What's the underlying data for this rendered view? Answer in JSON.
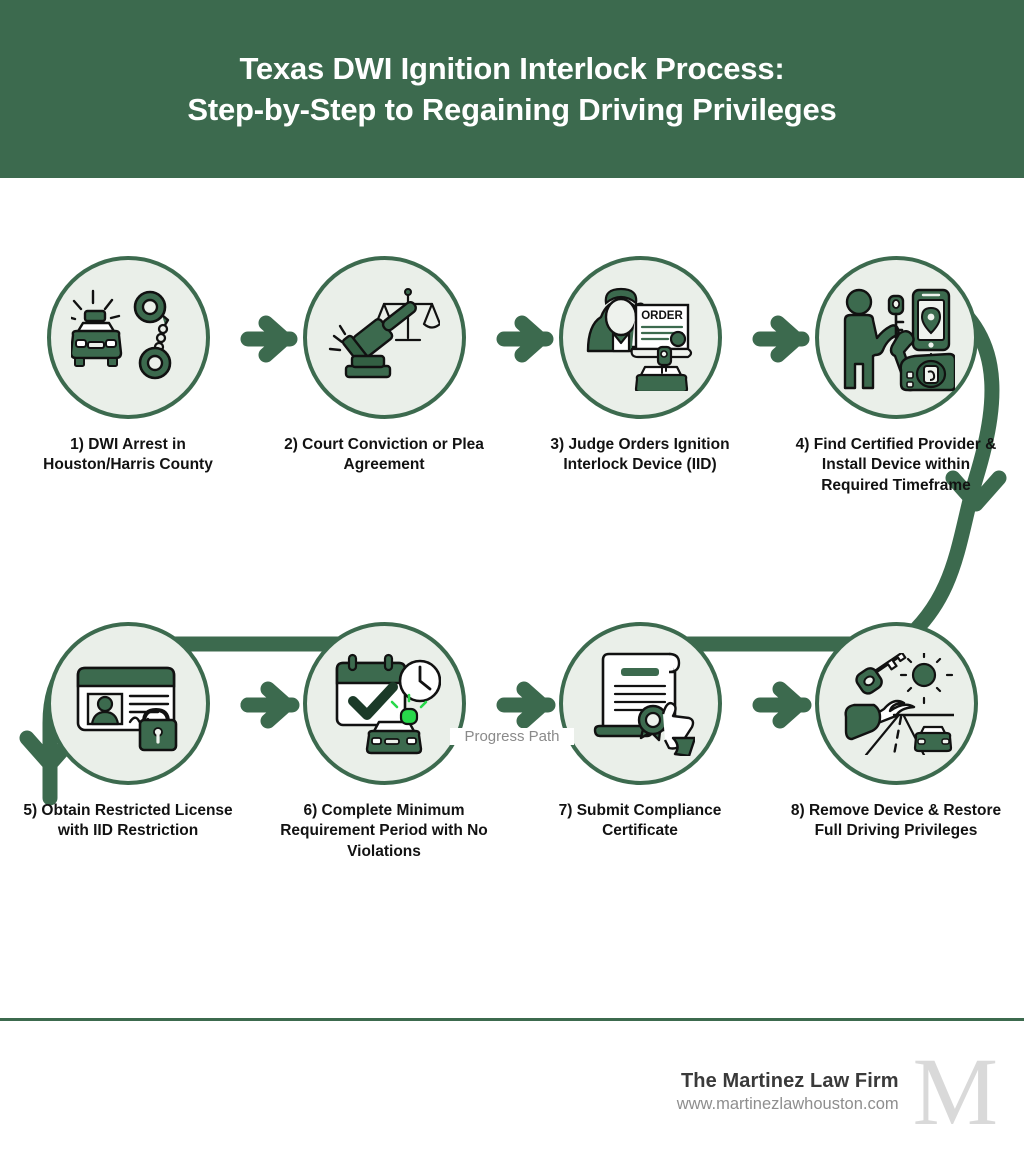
{
  "header": {
    "title_line1": "Texas DWI Ignition Interlock Process:",
    "title_line2": "Step-by-Step to Regaining Driving Privileges",
    "background_color": "#3c6a4e",
    "text_color": "#ffffff"
  },
  "theme": {
    "accent_green": "#3c6a4e",
    "bubble_fill": "#eaefe9",
    "caption_color": "#121212",
    "path_label_color": "#8a8a8a",
    "page_background": "#ffffff"
  },
  "progress_path": {
    "label": "Progress Path"
  },
  "steps": [
    {
      "number": "1",
      "caption": "1) DWI Arrest in Houston/Harris County",
      "icon": "police-car-handcuffs-icon"
    },
    {
      "number": "2",
      "caption": "2) Court Conviction or Plea Agreement",
      "icon": "gavel-scales-icon"
    },
    {
      "number": "3",
      "caption": "3) Judge Orders Ignition Interlock Device (IID)",
      "icon": "judge-order-document-icon",
      "document_label": "ORDER"
    },
    {
      "number": "4",
      "caption": "4) Find Certified Provider & Install Device within Required Timeframe",
      "icon": "technician-key-phone-wrench-icon"
    },
    {
      "number": "5",
      "caption": "5) Obtain Restricted License with IID Restriction",
      "icon": "license-card-lock-icon"
    },
    {
      "number": "6",
      "caption": "6) Complete Minimum Requirement Period with No Violations",
      "icon": "calendar-check-clock-car-icon"
    },
    {
      "number": "7",
      "caption": "7) Submit Compliance Certificate",
      "icon": "certificate-seal-hand-icon"
    },
    {
      "number": "8",
      "caption": "8) Remove Device & Restore Full Driving Privileges",
      "icon": "hand-key-open-road-icon"
    }
  ],
  "footer": {
    "firm_name": "The Martinez Law Firm",
    "website": "www.martinezlawhouston.com",
    "monogram": "M"
  }
}
